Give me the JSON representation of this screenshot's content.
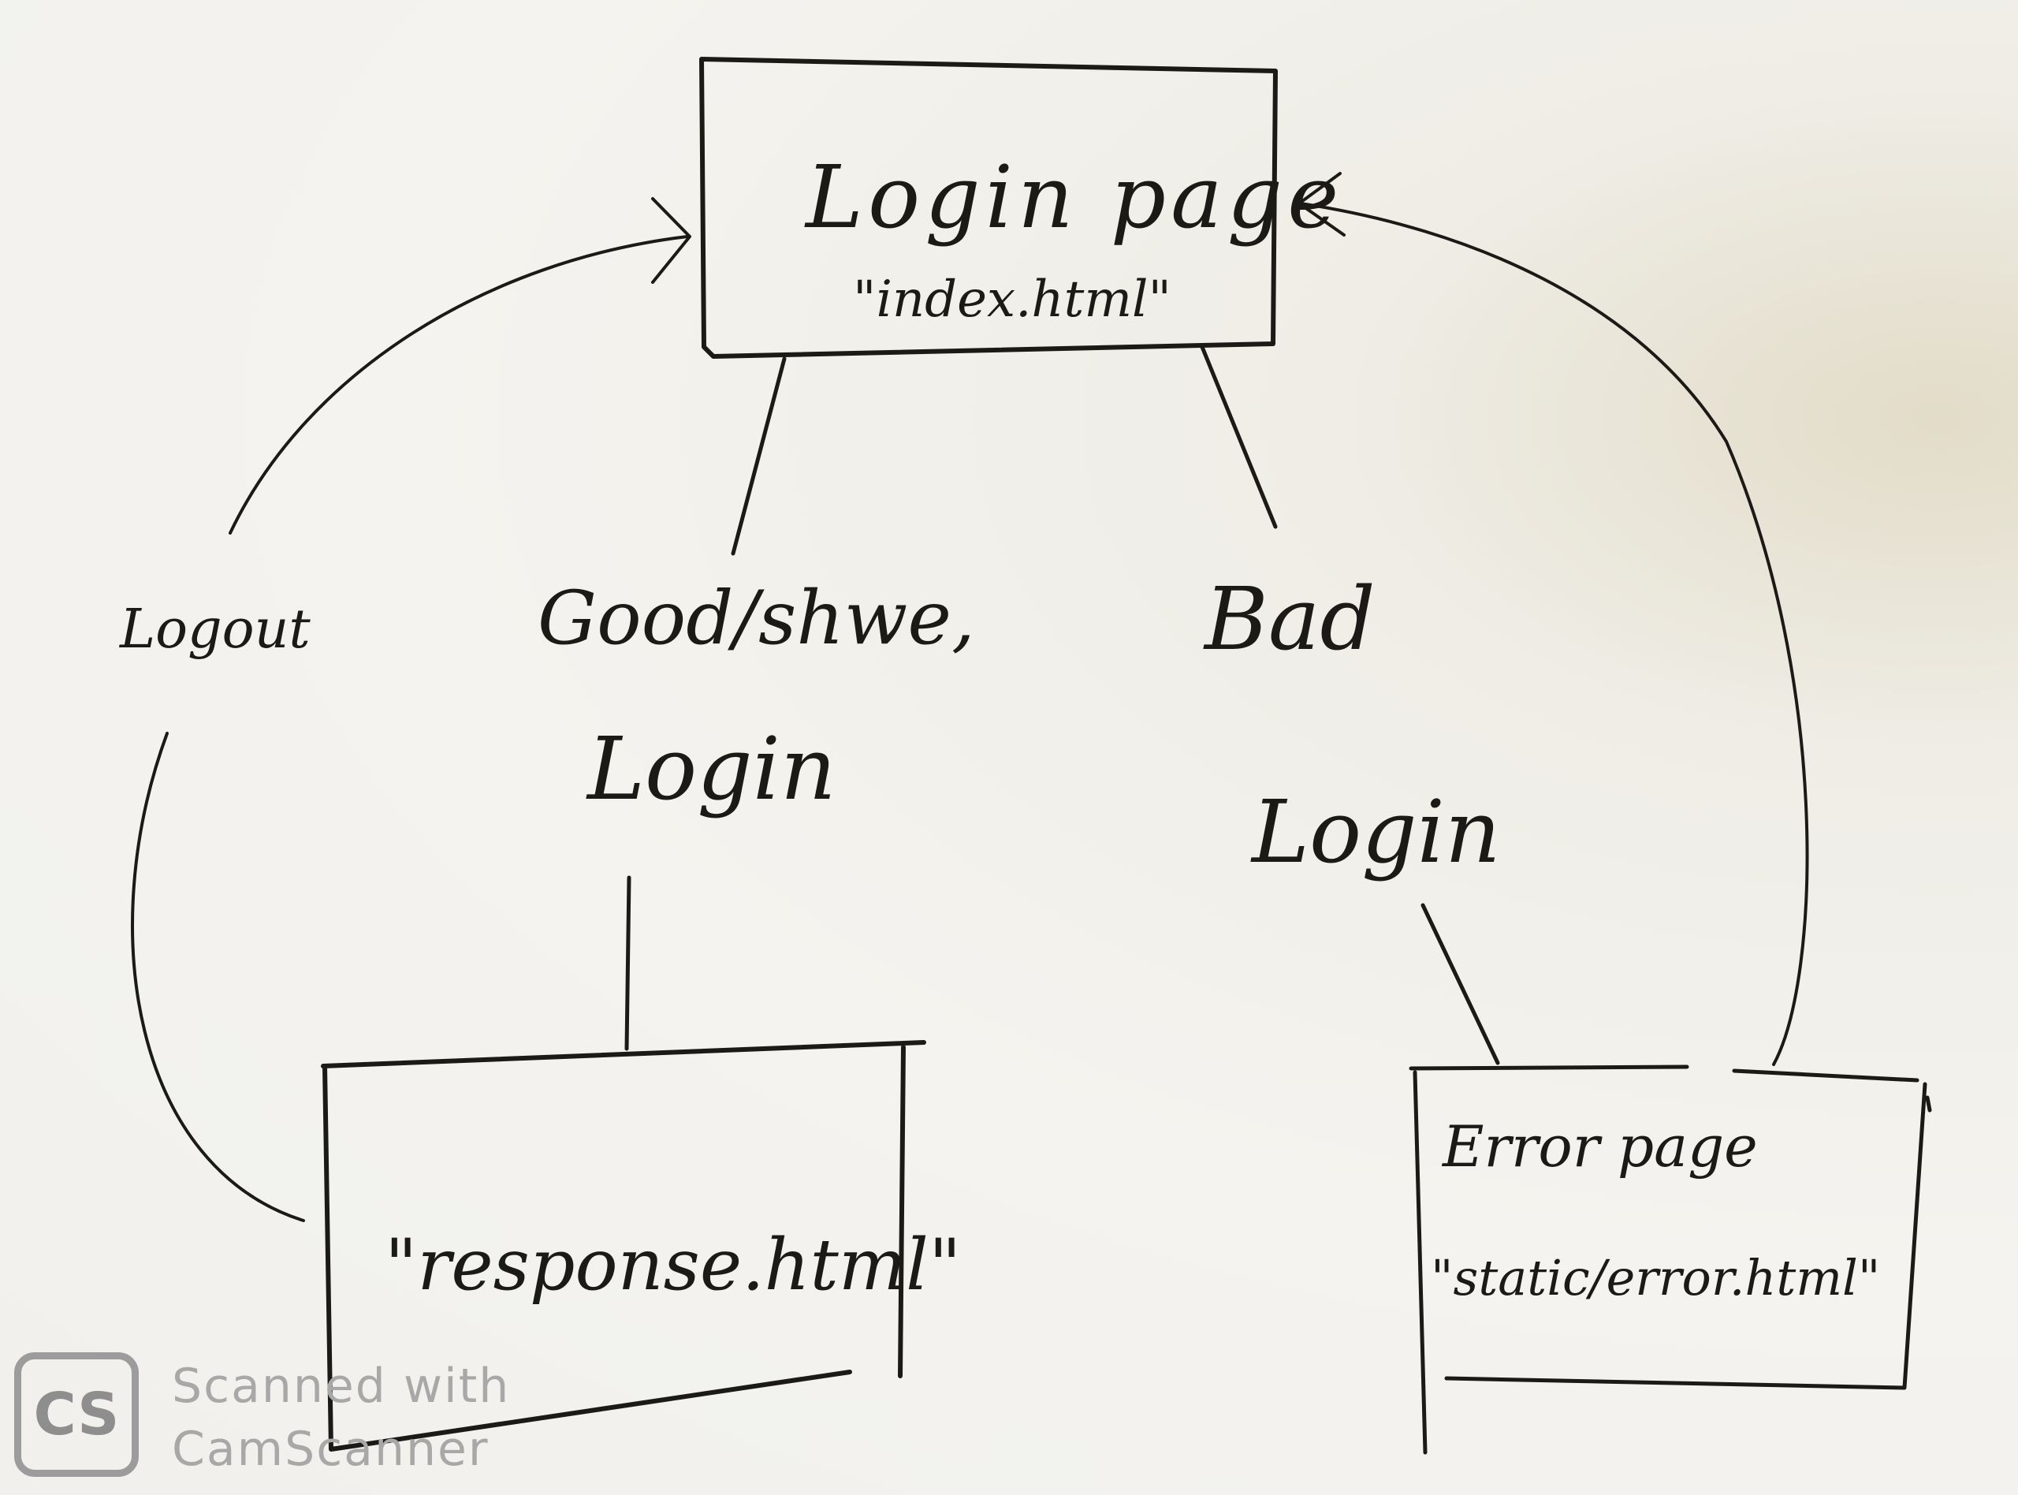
{
  "diagram": {
    "nodes": {
      "login_page": {
        "title": "Login page",
        "file": "\"index.html\""
      },
      "response_page": {
        "file": "\"response.html\""
      },
      "error_page": {
        "title": "Error page",
        "file": "\"static/error.html\""
      }
    },
    "edges": {
      "good_login": {
        "line1": "Good/shwe,",
        "line2": "Login"
      },
      "bad_login": {
        "line1": "Bad",
        "line2": "Login"
      },
      "logout": {
        "label": "Logout"
      }
    }
  },
  "watermark": {
    "logo": "CS",
    "line1": "Scanned with",
    "line2": "CamScanner"
  }
}
